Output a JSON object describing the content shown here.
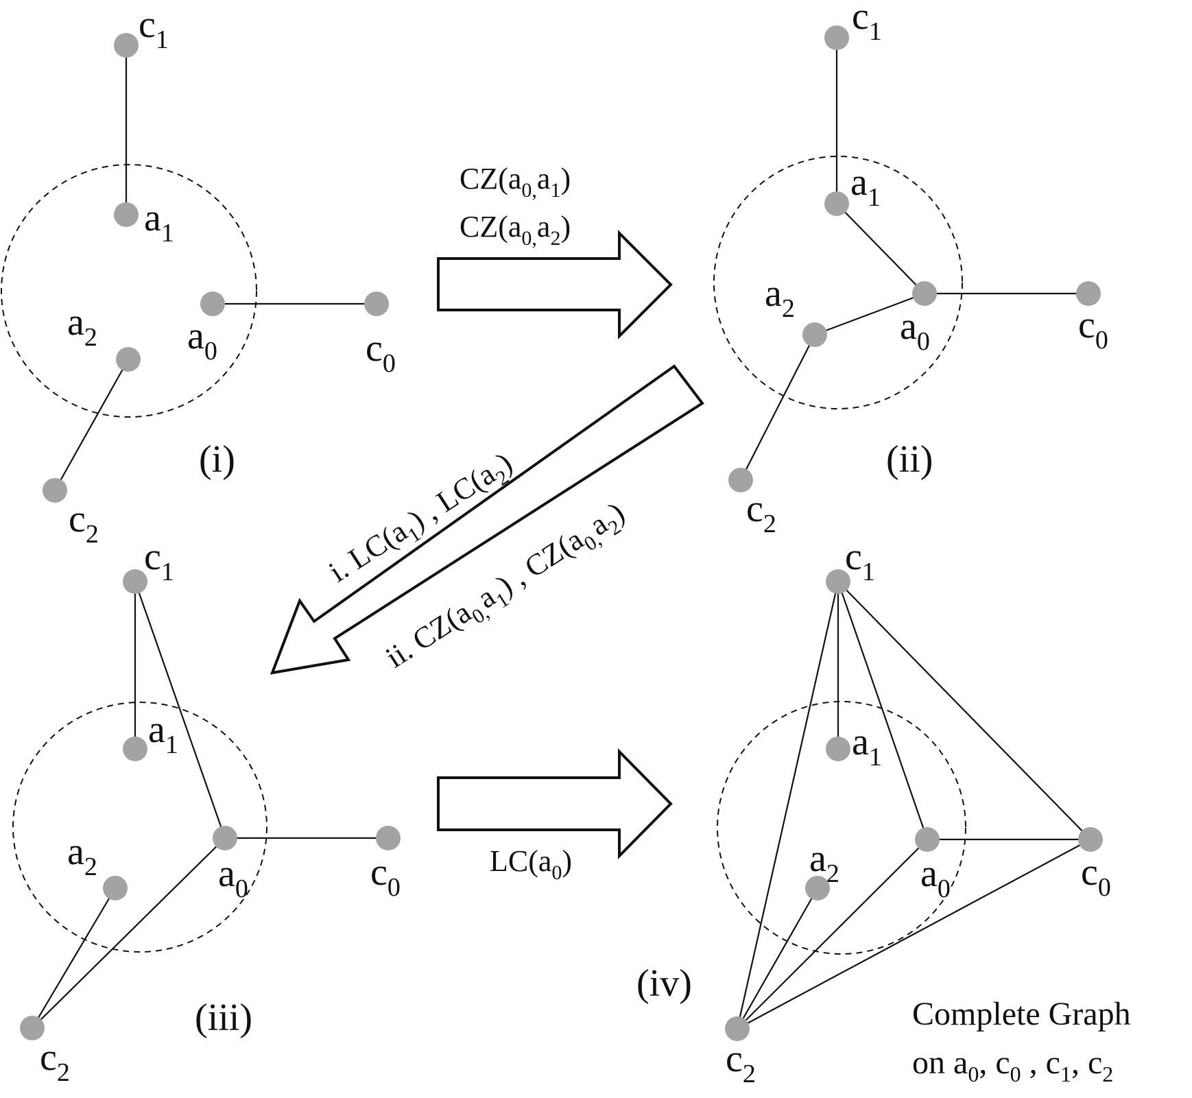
{
  "panels": {
    "i": "(i)",
    "ii": "(ii)",
    "iii": "(iii)",
    "iv": "(iv)"
  },
  "node_labels": {
    "a": "a",
    "c": "c",
    "sub0": "0",
    "sub1": "1",
    "sub2": "2"
  },
  "ops": {
    "step1_line1": "CZ(a",
    "step1_line1_mid": "0,",
    "step1_line1_a": "a",
    "step1_line1_sub": "1",
    "step1_line1_end": ")",
    "step1_line2": "CZ(a",
    "step1_line2_mid": "0,",
    "step1_line2_a": "a",
    "step1_line2_sub": "2",
    "step1_line2_end": ")",
    "step2_line1_a": "i. LC(a",
    "step2_line1_sub1": "1",
    "step2_line1_b": ") , LC(a",
    "step2_line1_sub2": "2",
    "step2_line1_end": ")",
    "step2_line2_a": "ii. CZ(a",
    "step2_line2_s0": "0,",
    "step2_line2_b": "a",
    "step2_line2_s1": "1",
    "step2_line2_c": ") , CZ(a",
    "step2_line2_s2": "0,",
    "step2_line2_d": "a",
    "step2_line2_s3": "2",
    "step2_line2_end": ")",
    "step3_a": "LC(a",
    "step3_sub": "0",
    "step3_end": ")"
  },
  "note": {
    "line1": "Complete Graph",
    "line2_a": "on a",
    "line2_s0": "0",
    "line2_b": ", c",
    "line2_s1": "0",
    "line2_c": " , c",
    "line2_s2": "1",
    "line2_d": ", c",
    "line2_s3": "2"
  }
}
